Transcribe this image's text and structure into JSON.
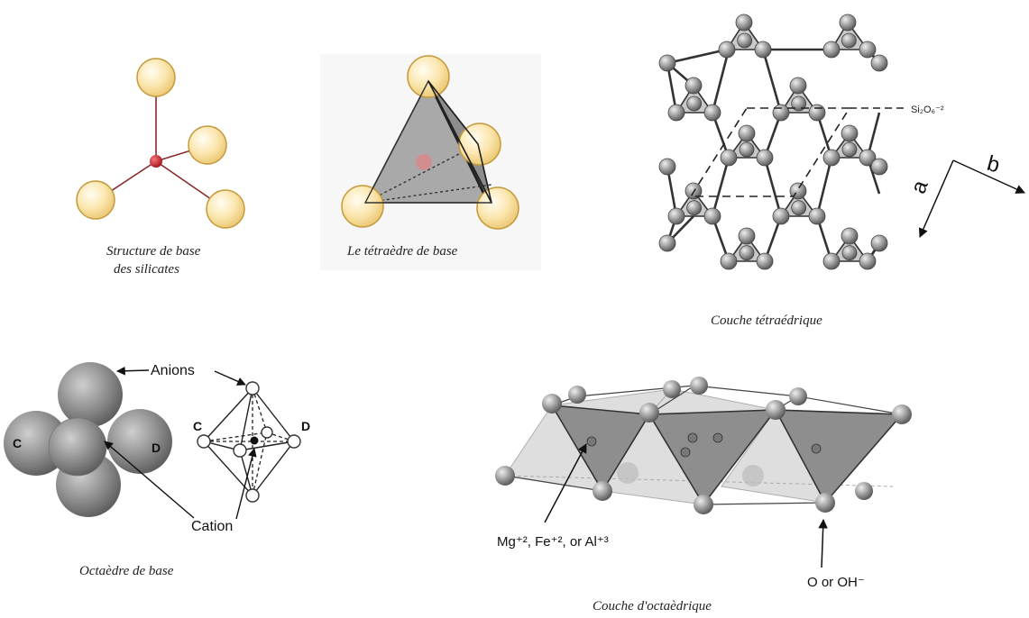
{
  "captions": {
    "structure_line1": "Structure de base",
    "structure_line2": "des silicates",
    "tetra_base": "Le tétraèdre de base",
    "tetra_layer": "Couche tétraédrique",
    "octa_base": "Octaèdre de base",
    "octa_layer": "Couche d'octaèdrique"
  },
  "labels": {
    "si_formula": "Si₂O₆⁻²",
    "axis_a": "a",
    "axis_b": "b",
    "anions": "Anions",
    "cation": "Cation",
    "corner_c": "C",
    "corner_d": "D",
    "cations_list": "Mg⁺², Fe⁺², or Al⁺³",
    "o_oh": "O or OH⁻"
  },
  "colors": {
    "oxygen_fill": "#fbe8b4",
    "oxygen_stroke": "#c59a3c",
    "silicon": "#c0171f",
    "bond": "#8a2a2a",
    "atom_grey": "#8c8c8c",
    "poly_fill": "#9a9a9a"
  }
}
